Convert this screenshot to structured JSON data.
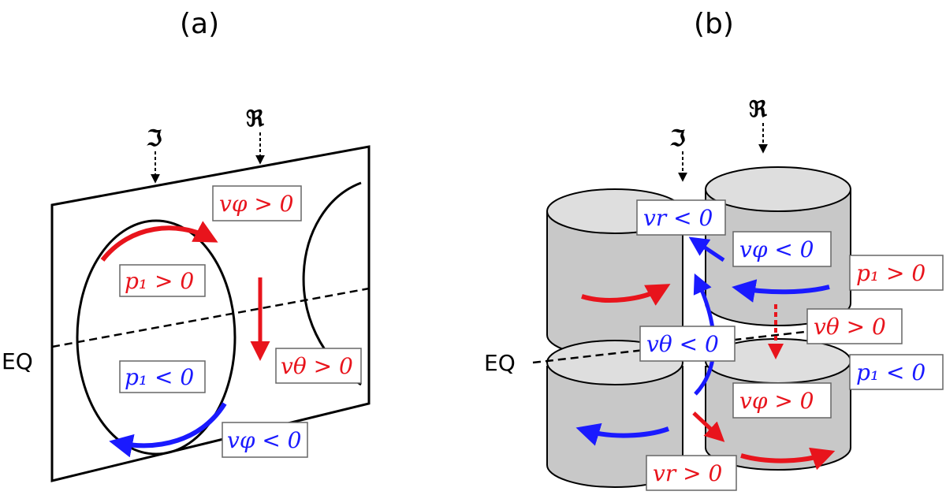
{
  "panel_a": {
    "title": "(a)",
    "eq_label": "EQ",
    "imag_symbol": "ℑ",
    "real_symbol": "ℜ",
    "labels": {
      "vphi_pos": "vφ > 0",
      "p1_pos": "p₁ > 0",
      "vtheta_pos": "vθ > 0",
      "p1_neg": "p₁ < 0",
      "vphi_neg": "vφ < 0"
    }
  },
  "panel_b": {
    "title": "(b)",
    "eq_label": "EQ",
    "imag_symbol": "ℑ",
    "real_symbol": "ℜ",
    "labels": {
      "vr_neg": "vr < 0",
      "vphi_neg": "vφ < 0",
      "p1_pos": "p₁ > 0",
      "vtheta_pos": "vθ > 0",
      "vtheta_neg": "vθ < 0",
      "p1_neg": "p₁ < 0",
      "vphi_pos": "vφ > 0",
      "vr_pos": "vr > 0"
    }
  },
  "colors": {
    "positive": "#e8141c",
    "negative": "#1a1aff",
    "cylinder": "#c8c8c8",
    "cylinder_top": "#dedede"
  }
}
